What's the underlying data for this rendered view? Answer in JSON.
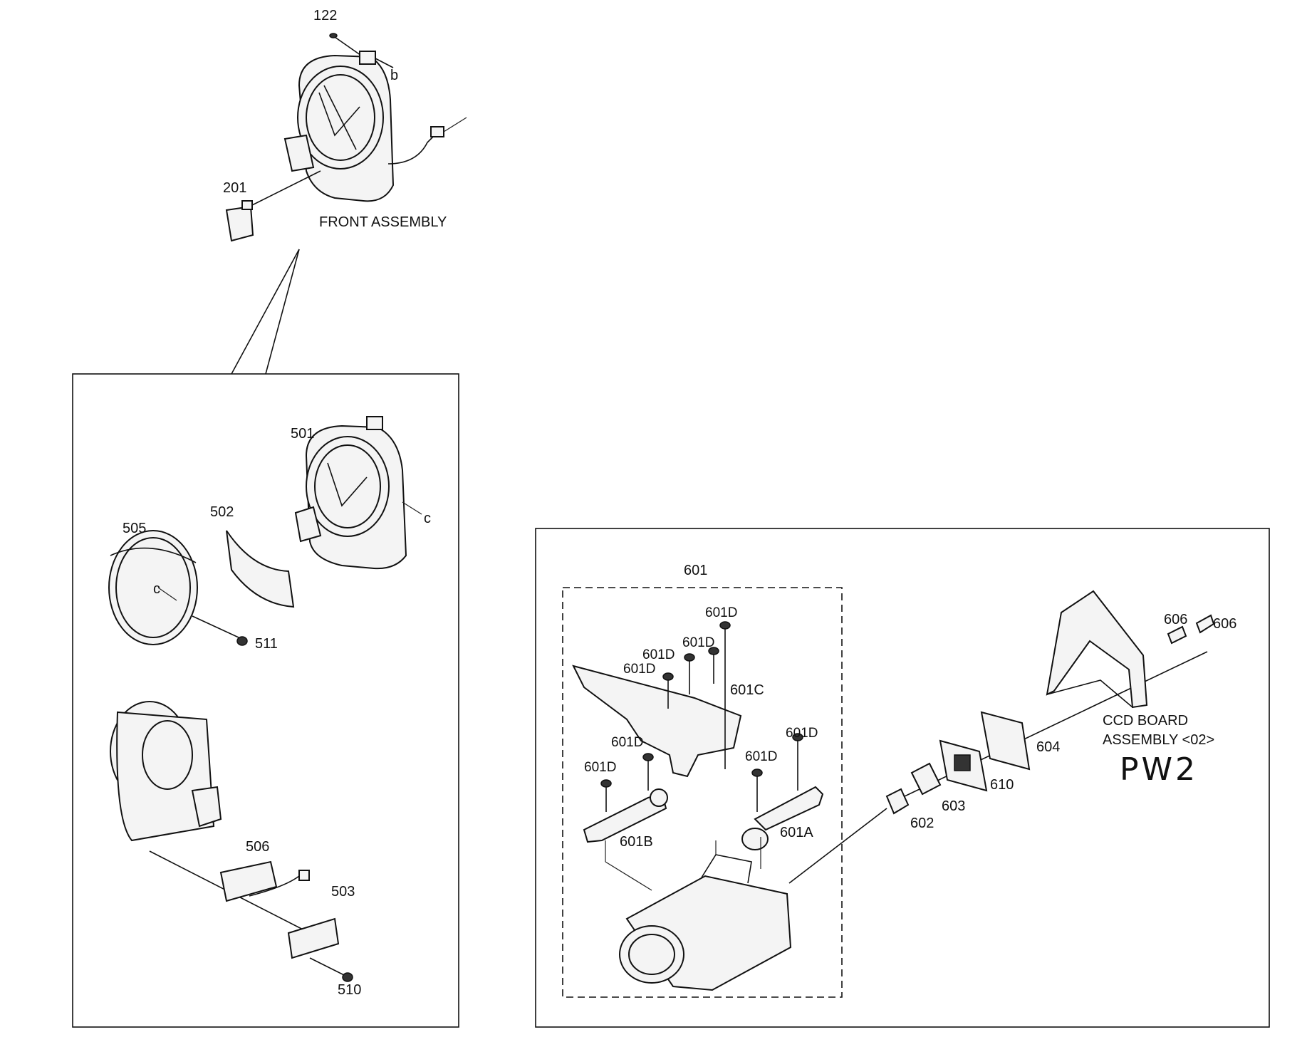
{
  "labels": {
    "front_assembly": "FRONT ASSEMBLY",
    "p122": "122",
    "p201": "201",
    "b": "b",
    "c1": "c",
    "c2": "c",
    "p501": "501",
    "p502": "502",
    "p505": "505",
    "p511": "511",
    "p506": "506",
    "p503": "503",
    "p510": "510",
    "p601": "601",
    "p601D": "601D",
    "p601C": "601C",
    "p601B": "601B",
    "p601A": "601A",
    "p602": "602",
    "p603": "603",
    "p604": "604",
    "p610": "610",
    "p606": "606",
    "ccd_line1": "CCD BOARD",
    "ccd_line2": "ASSEMBLY <02>",
    "handwritten": "PW2"
  }
}
